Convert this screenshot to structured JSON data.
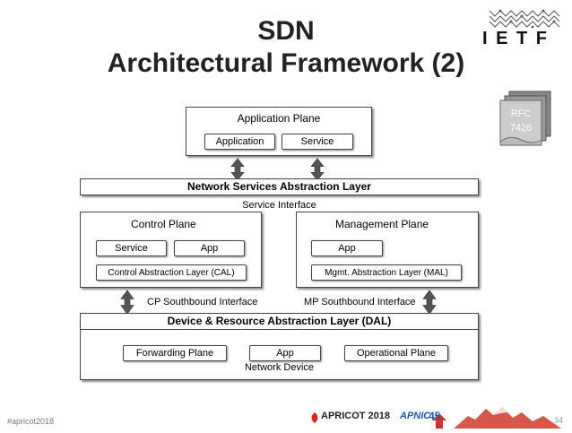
{
  "title": {
    "line1": "SDN",
    "line2": "Architectural Framework (2)"
  },
  "logo": {
    "ietf_text": "I E T F"
  },
  "rfc": {
    "line1": "RFC",
    "line2": "7426"
  },
  "application_plane": {
    "title": "Application Plane",
    "items": [
      "Application",
      "Service"
    ]
  },
  "nsal": {
    "label": "Network Services Abstraction Layer"
  },
  "service_interface": "Service Interface",
  "control_plane": {
    "title": "Control Plane",
    "service": "Service",
    "app": "App",
    "cal": "Control Abstraction Layer (CAL)"
  },
  "management_plane": {
    "title": "Management Plane",
    "app": "App",
    "mal": "Mgmt. Abstraction Layer (MAL)"
  },
  "cp_southbound": "CP Southbound Interface",
  "mp_southbound": "MP Southbound Interface",
  "dal": {
    "label": "Device & Resource Abstraction Layer (DAL)"
  },
  "network_device": {
    "forwarding": "Forwarding Plane",
    "app": "App",
    "operational": "Operational Plane",
    "title": "Network Device"
  },
  "footer": {
    "hashtag": "#apricot2018",
    "apricot": "APRICOT 2018",
    "apnic": "APNIC",
    "apnic_num": "45",
    "page": "34"
  },
  "colors": {
    "arrow": "#555555",
    "apricot_red": "#d9261c",
    "apnic_blue": "#1c5aa6"
  }
}
